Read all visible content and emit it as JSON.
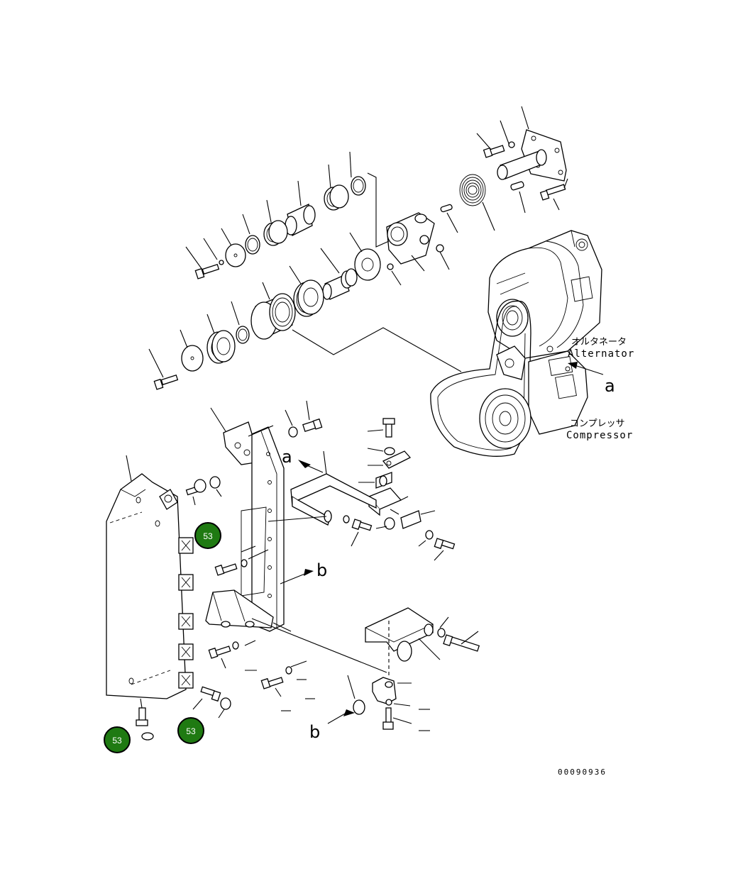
{
  "labels": {
    "alternator_jp": "オルタネータ",
    "alternator_en": "Alternator",
    "compressor_jp": "コンプレッサ",
    "compressor_en": "Compressor",
    "ref_a_top": "a",
    "ref_a_bracket": "a",
    "ref_b_frame": "b",
    "ref_b_bottom": "b"
  },
  "callouts": [
    {
      "id": "c1",
      "text": "53"
    },
    {
      "id": "c2",
      "text": "53"
    },
    {
      "id": "c3",
      "text": "53"
    }
  ],
  "doc_number": "00090936",
  "colors": {
    "callout_fill": "#1f7a12",
    "callout_ring": "#000000",
    "line": "#000000",
    "background": "#ffffff"
  }
}
